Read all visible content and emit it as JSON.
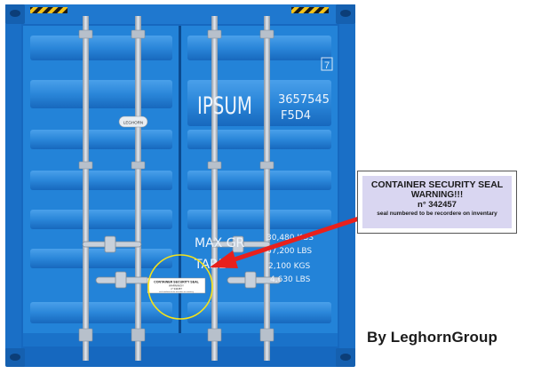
{
  "container": {
    "code_letters": "IPSUM",
    "code_numbers": "3657545",
    "type_code": "F5D4",
    "corner_number": "7",
    "badge_text": "LEGHORN",
    "weights": {
      "max_gross_label": "MAX GR",
      "tare_label": "TARE",
      "max_gross_kgs": "30,480 KGS",
      "max_gross_lbs": "67,200 LBS",
      "tare_kgs": "2,100 KGS",
      "tare_lbs": "4,630 LBS"
    },
    "colors": {
      "body": "#1f7fd6",
      "body_light": "#3d95e3",
      "body_dark": "#0f5fae",
      "frame": "#1668bf",
      "hazard_yellow": "#f2c21a",
      "bar_grey": "#c4ccd6"
    }
  },
  "seal_on_door": {
    "title": "CONTAINER SECURITY SEAL",
    "warning": "WARNING!!!",
    "number": "n° 342457",
    "note": "seal numbered to be recordere on inventary"
  },
  "seal_label": {
    "title": "CONTAINER SECURITY SEAL",
    "warning": "WARNING!!!",
    "number": "n° 342457",
    "note": "seal numbered to be recordere on inventary",
    "background": "#d9d6f1"
  },
  "annotation": {
    "circle_color": "#f5e21a",
    "arrow_color": "#e8201c"
  },
  "credit": "By LeghornGroup"
}
